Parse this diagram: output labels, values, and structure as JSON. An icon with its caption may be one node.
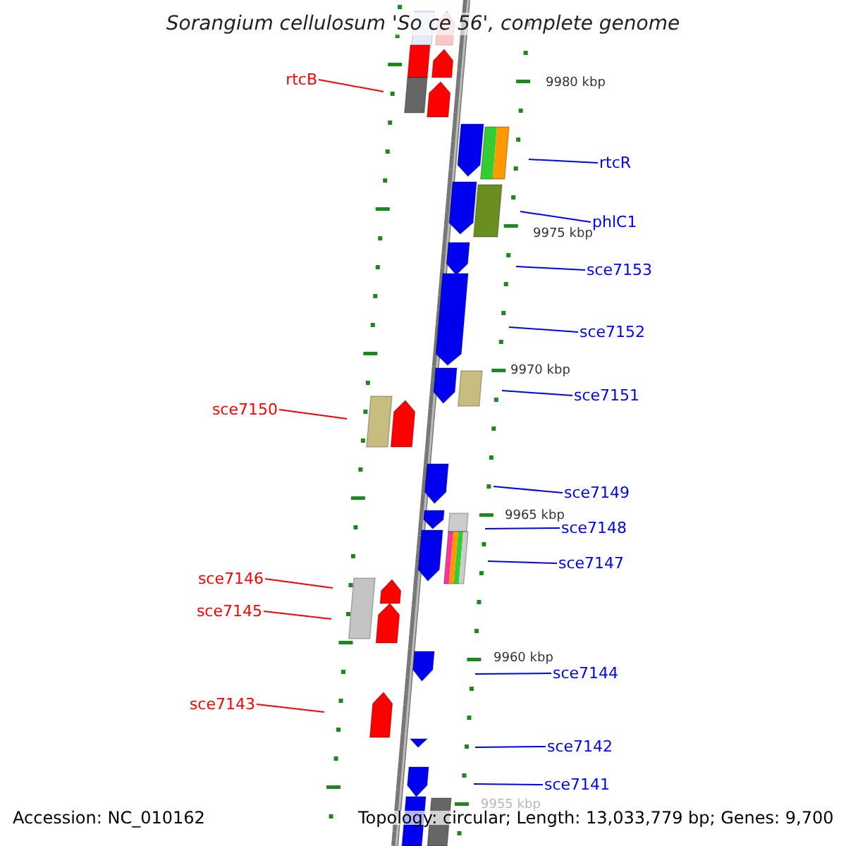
{
  "diagram": {
    "title": "Sorangium cellulosum 'So ce 56', complete genome",
    "nodes": [
      {
        "text": [
          "rtcB"
        ]
      },
      {
        "text": [
          "rtcR"
        ]
      },
      {
        "text": [
          "phlC1"
        ]
      },
      {
        "text": [
          "sce7153"
        ]
      },
      {
        "text": [
          "sce7152"
        ]
      },
      {
        "text": [
          "sce7151"
        ]
      },
      {
        "text": [
          "sce7150"
        ]
      },
      {
        "text": [
          "sce7149"
        ]
      },
      {
        "text": [
          "sce7148"
        ]
      },
      {
        "text": [
          "sce7147"
        ]
      },
      {
        "text": [
          "sce7146"
        ]
      },
      {
        "text": [
          "sce7145"
        ]
      },
      {
        "text": [
          "sce7144"
        ]
      },
      {
        "text": [
          "sce7143"
        ]
      },
      {
        "text": [
          "sce7142"
        ]
      },
      {
        "text": [
          "sce7141"
        ]
      }
    ],
    "edges": [
      {
        "from": 0,
        "to": null,
        "arrow": "none",
        "color": "#ff0000"
      },
      {
        "from": 1,
        "to": null,
        "arrow": "none"
      },
      {
        "from": 2,
        "to": null,
        "arrow": "none"
      },
      {
        "from": 3,
        "to": null,
        "arrow": "none"
      },
      {
        "from": 4,
        "to": null,
        "arrow": "none"
      },
      {
        "from": 5,
        "to": null,
        "arrow": "none"
      },
      {
        "from": 6,
        "to": null,
        "arrow": "none",
        "color": "#ff0000"
      },
      {
        "from": 7,
        "to": null,
        "arrow": "none"
      },
      {
        "from": 8,
        "to": null,
        "arrow": "none"
      },
      {
        "from": 9,
        "to": null,
        "arrow": "none"
      },
      {
        "from": 10,
        "to": null,
        "arrow": "none",
        "color": "#ff0000"
      },
      {
        "from": 11,
        "to": null,
        "arrow": "none",
        "color": "#ff0000"
      },
      {
        "from": 12,
        "to": null,
        "arrow": "none"
      },
      {
        "from": 13,
        "to": null,
        "arrow": "none",
        "color": "#ff0000"
      },
      {
        "from": 14,
        "to": null,
        "arrow": "none"
      },
      {
        "from": 15,
        "to": null,
        "arrow": "none"
      }
    ],
    "labels": [
      "9980 kbp",
      "9975 kbp",
      "9970 kbp",
      "9965 kbp",
      "9960 kbp",
      "9955 kbp",
      "Accession: NC_010162",
      "Topology: circular; Length: 13,033,779 bp; Genes: 9,700"
    ]
  }
}
